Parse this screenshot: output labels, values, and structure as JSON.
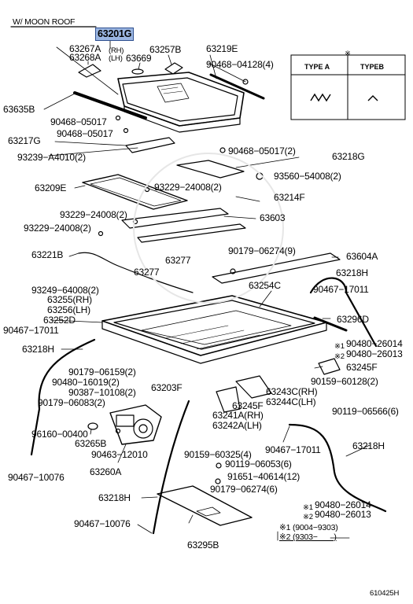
{
  "header": {
    "section": "W/ MOON ROOF",
    "highlighted_part": "63201G"
  },
  "legend": {
    "mark": "※",
    "type_a": "TYPE A",
    "type_b": "TYPEB",
    "note1": "※1 (9004−9303)",
    "note2": "※2 (9303−　　)"
  },
  "labels": {
    "p63267A": "63267A",
    "p63268A": "63268A",
    "rh_small": "(RH)",
    "lh_small": "(LH)",
    "p63669": "63669",
    "p63257B": "63257B",
    "p63219E": "63219E",
    "p90468_04128": "90468−04128(4)",
    "p63635B": "63635B",
    "p90468_05017a": "90468−05017",
    "p90468_05017b": "90468−05017",
    "p63217G": "63217G",
    "p93239_A4010": "93239−A4010(2)",
    "p90468_05017c": "90468−05017(2)",
    "p63218G": "63218G",
    "p93560_54008": "93560−54008(2)",
    "p63209E": "63209E",
    "p93229_24008a": "93229−24008(2)",
    "p63214F": "63214F",
    "p93229_24008b": "93229−24008(2)",
    "p63603": "63603",
    "p93229_24008c": "93229−24008(2)",
    "p63221B": "63221B",
    "p63277a": "63277",
    "p63277b": "63277",
    "p90179_06274a": "90179−06274(9)",
    "p63604A": "63604A",
    "p63218Ha": "63218H",
    "p93249_64008": "93249−64008(2)",
    "p63254C": "63254C",
    "p63255": "63255(RH)",
    "p63256": "63256(LH)",
    "p90467_17011a": "90467−17011",
    "p63252D": "63252D",
    "p63296D": "63296D",
    "p90467_17011b": "90467−17011",
    "p90480_26014a": "90480−26014",
    "p90480_26013a": "90480−26013",
    "p63218Hb": "63218H",
    "p63245F": "63245F",
    "p90179_06159": "90179−06159(2)",
    "p90480_16019": "90480−16019(2)",
    "p90159_60128": "90159−60128(2)",
    "p90387_10108": "90387−10108(2)",
    "p63203F": "63203F",
    "p63243C": "63243C(RH)",
    "p63244C": "63244C(LH)",
    "p90179_06083": "90179−06083(2)",
    "p63245Fb": "63245F",
    "p90119_06566": "90119−06566(6)",
    "p63241A": "63241A(RH)",
    "p63242A": "63242A(LH)",
    "p96160_00400": "96160−00400",
    "p63265B": "63265B",
    "p90463_12010": "90463−12010",
    "p90159_60325": "90159−60325(4)",
    "p90467_17011c": "90467−17011",
    "p63218Hc": "63218H",
    "p90119_06053": "90119−06053(6)",
    "p90467_10076a": "90467−10076",
    "p63260A": "63260A",
    "p91651_40614": "91651−40614(12)",
    "p90179_06274b": "90179−06274(6)",
    "p63218Hd": "63218H",
    "p90480_26014b": "90480−26014",
    "p90480_26013b": "90480−26013",
    "p90467_10076b": "90467−10076",
    "p63295B": "63295B",
    "mark1": "※1",
    "mark2": "※2",
    "mark1b": "※1",
    "mark2b": "※2"
  },
  "footer": {
    "figure_code": "610425H"
  }
}
